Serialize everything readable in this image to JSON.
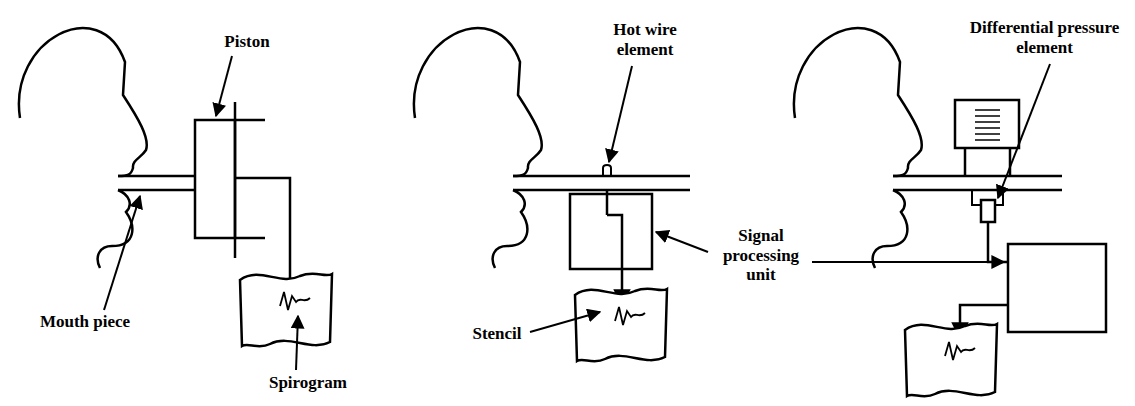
{
  "diagram": {
    "labels": [
      "Piston",
      "Mouth piece",
      "Spirogram",
      "Hot wire element",
      "Stencil",
      "Signal processing unit",
      "Differential pressure element"
    ]
  }
}
